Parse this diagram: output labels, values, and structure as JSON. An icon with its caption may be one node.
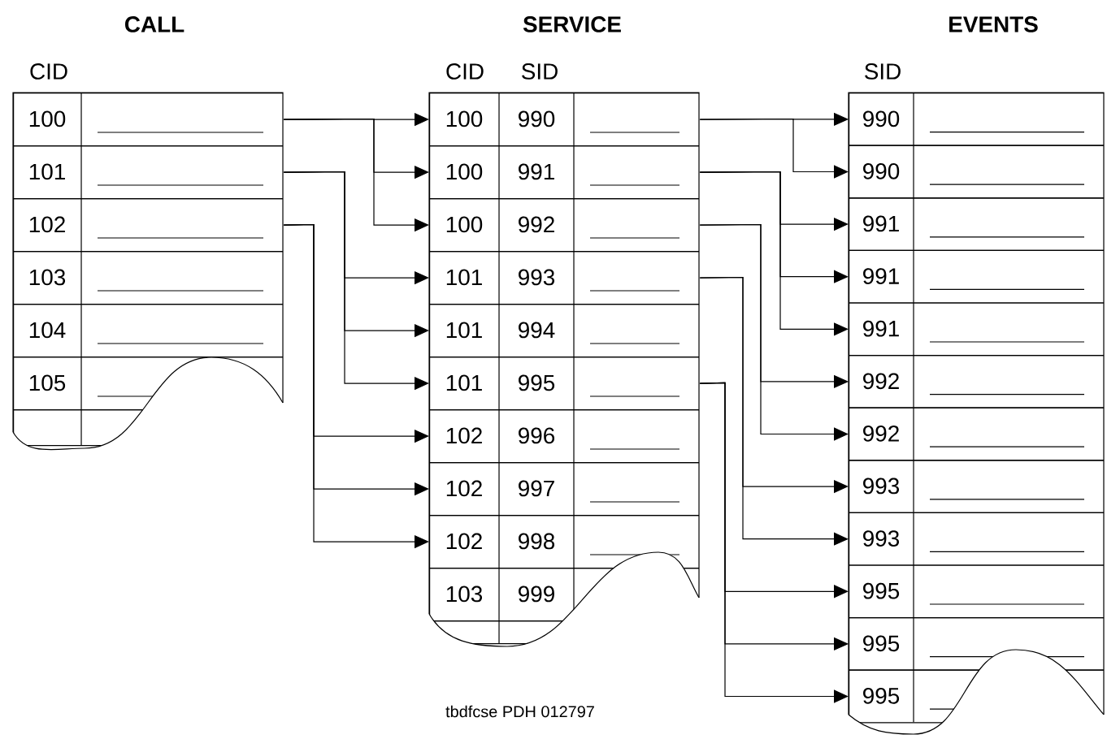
{
  "diagram": {
    "nodes": [
      {
        "text": [
          "CALL",
          "CID"
        ]
      },
      {
        "text": [
          "100"
        ],
        "in": 0
      },
      {
        "text": [
          "101"
        ],
        "in": 0
      },
      {
        "text": [
          "102"
        ],
        "in": 0
      },
      {
        "text": [
          "103"
        ],
        "in": 0
      },
      {
        "text": [
          "104"
        ],
        "in": 0
      },
      {
        "text": [
          "105"
        ],
        "in": 0
      },
      {
        "text": [
          "SERVICE",
          "CID",
          "SID"
        ]
      },
      {
        "text": [
          "100",
          "990"
        ],
        "in": 7
      },
      {
        "text": [
          "100",
          "991"
        ],
        "in": 7
      },
      {
        "text": [
          "100",
          "992"
        ],
        "in": 7
      },
      {
        "text": [
          "101",
          "993"
        ],
        "in": 7
      },
      {
        "text": [
          "101",
          "994"
        ],
        "in": 7
      },
      {
        "text": [
          "101",
          "995"
        ],
        "in": 7
      },
      {
        "text": [
          "102",
          "996"
        ],
        "in": 7
      },
      {
        "text": [
          "102",
          "997"
        ],
        "in": 7
      },
      {
        "text": [
          "102",
          "998"
        ],
        "in": 7
      },
      {
        "text": [
          "103",
          "999"
        ],
        "in": 7
      },
      {
        "text": [
          "EVENTS",
          "SID"
        ]
      },
      {
        "text": [
          "990"
        ],
        "in": 18
      },
      {
        "text": [
          "990"
        ],
        "in": 18
      },
      {
        "text": [
          "991"
        ],
        "in": 18
      },
      {
        "text": [
          "991"
        ],
        "in": 18
      },
      {
        "text": [
          "991"
        ],
        "in": 18
      },
      {
        "text": [
          "992"
        ],
        "in": 18
      },
      {
        "text": [
          "992"
        ],
        "in": 18
      },
      {
        "text": [
          "993"
        ],
        "in": 18
      },
      {
        "text": [
          "993"
        ],
        "in": 18
      },
      {
        "text": [
          "995"
        ],
        "in": 18
      },
      {
        "text": [
          "995"
        ],
        "in": 18
      },
      {
        "text": [
          "995"
        ],
        "in": 18
      },
      {
        "text": [],
        "shape": "box",
        "in": 0
      },
      {
        "text": [],
        "shape": "box",
        "in": 7
      }
    ],
    "edges": [
      {
        "from": 1,
        "to": 8,
        "arrow": "to"
      },
      {
        "from": 1,
        "to": 9,
        "arrow": "to"
      },
      {
        "from": 1,
        "to": 10,
        "arrow": "to"
      },
      {
        "from": 2,
        "to": 11,
        "arrow": "to"
      },
      {
        "from": 2,
        "to": 12,
        "arrow": "to"
      },
      {
        "from": 2,
        "to": 13,
        "arrow": "to"
      },
      {
        "from": 3,
        "to": 14,
        "arrow": "to"
      },
      {
        "from": 3,
        "to": 15,
        "arrow": "to"
      },
      {
        "from": 3,
        "to": 16,
        "arrow": "to"
      },
      {
        "from": 8,
        "to": 19,
        "arrow": "to"
      },
      {
        "from": 8,
        "to": 20,
        "arrow": "to"
      },
      {
        "from": 9,
        "to": 21,
        "arrow": "to"
      },
      {
        "from": 9,
        "to": 22,
        "arrow": "to"
      },
      {
        "from": 9,
        "to": 23,
        "arrow": "to"
      },
      {
        "from": 10,
        "to": 24,
        "arrow": "to"
      },
      {
        "from": 10,
        "to": 25,
        "arrow": "to"
      },
      {
        "from": 11,
        "to": 26,
        "arrow": "to"
      },
      {
        "from": 11,
        "to": 27,
        "arrow": "to"
      },
      {
        "from": 13,
        "to": 28,
        "arrow": "to"
      },
      {
        "from": 13,
        "to": 29,
        "arrow": "to"
      },
      {
        "from": 13,
        "to": 30,
        "arrow": "to"
      }
    ],
    "labels": [
      "tbdfcse PDH 012797"
    ]
  }
}
